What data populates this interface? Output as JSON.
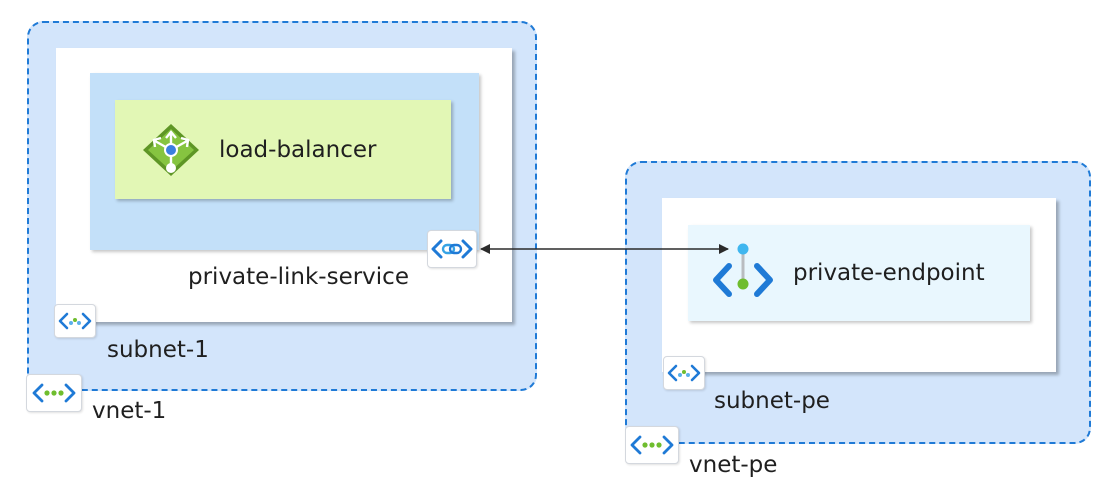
{
  "nodes": {
    "vnet_1": "vnet-1",
    "subnet_1": "subnet-1",
    "private_link_service": "private-link-service",
    "load_balancer": "load-balancer",
    "vnet_pe": "vnet-pe",
    "subnet_pe": "subnet-pe",
    "private_endpoint": "private-endpoint"
  },
  "icons": {
    "vnet": "virtual-network-icon",
    "subnet": "subnet-icon",
    "load_balancer": "load-balancer-icon",
    "private_link_service": "private-link-service-icon",
    "private_endpoint": "private-endpoint-icon"
  },
  "edges": [
    {
      "from": "private-link-service",
      "to": "private-endpoint",
      "direction": "bidirectional"
    }
  ],
  "colors": {
    "vnet_fill": "#d3e5fb",
    "vnet_border": "#1f7ad6",
    "pls_fill": "#c3e0f9",
    "lb_fill": "#e2f7b5",
    "pe_fill": "#e9f7fe"
  }
}
